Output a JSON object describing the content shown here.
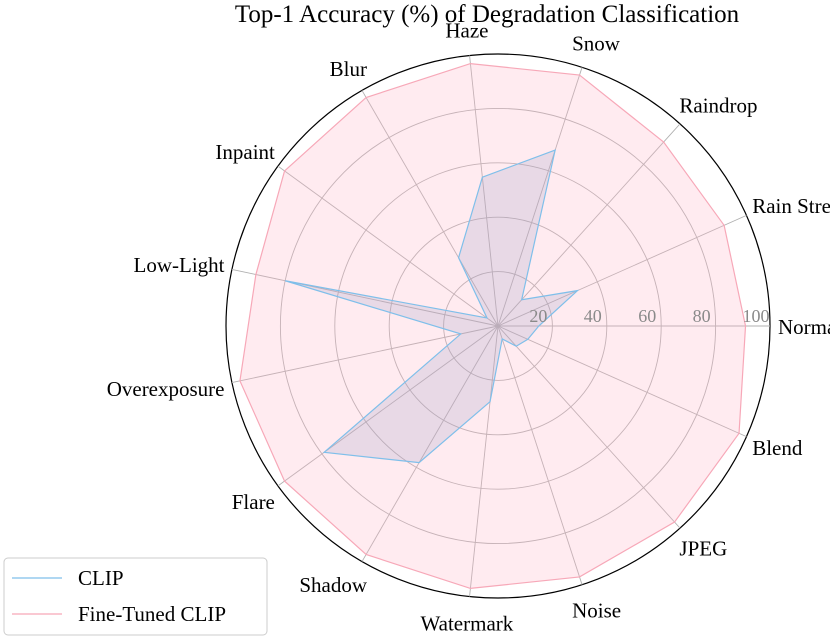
{
  "chart_data": {
    "type": "radar",
    "title": "Top-1 Accuracy (%) of Degradation Classification",
    "categories": [
      "Normal",
      "Rain Streak",
      "Raindrop",
      "Snow",
      "Haze",
      "Blur",
      "Inpaint",
      "Low-Light",
      "Overexposure",
      "Flare",
      "Shadow",
      "Watermark",
      "Noise",
      "JPEG",
      "Blend"
    ],
    "rlim": [
      0,
      100
    ],
    "r_ticks": [
      20,
      40,
      60,
      80,
      100
    ],
    "r_tick_labels": [
      "20",
      "40",
      "60",
      "80",
      "100"
    ],
    "grid": true,
    "legend_position": "lower-left",
    "series": [
      {
        "name": "CLIP",
        "color": "#7fbfea",
        "values": [
          15,
          32,
          13,
          68,
          55,
          29,
          5,
          80,
          14,
          79,
          58,
          28,
          5,
          10,
          12
        ]
      },
      {
        "name": "Fine-Tuned CLIP",
        "color": "#f7a8b8",
        "values": [
          91,
          91,
          91,
          97,
          97,
          97,
          97,
          91,
          97,
          97,
          97,
          97,
          97,
          97,
          97
        ]
      }
    ]
  }
}
